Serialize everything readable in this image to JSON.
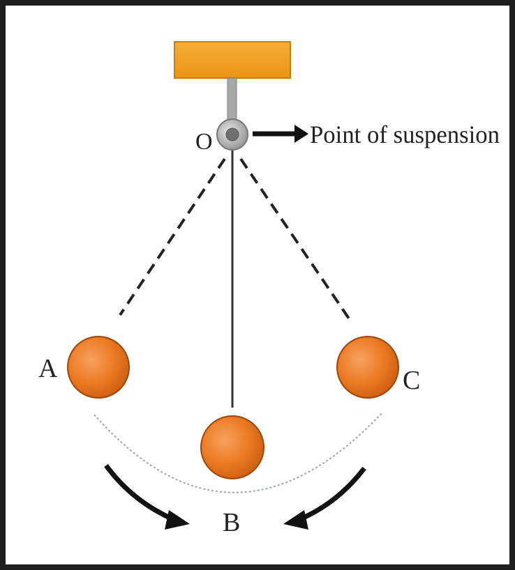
{
  "diagram": {
    "labels": {
      "suspension_point": "O",
      "suspension_caption": "Point of suspension",
      "bob_left": "A",
      "bob_mean": "B",
      "bob_right": "C"
    },
    "colors": {
      "support": "#f39c12",
      "bob": "#e8731a",
      "string": "#444444",
      "pivot": "#b0b0b0"
    }
  }
}
